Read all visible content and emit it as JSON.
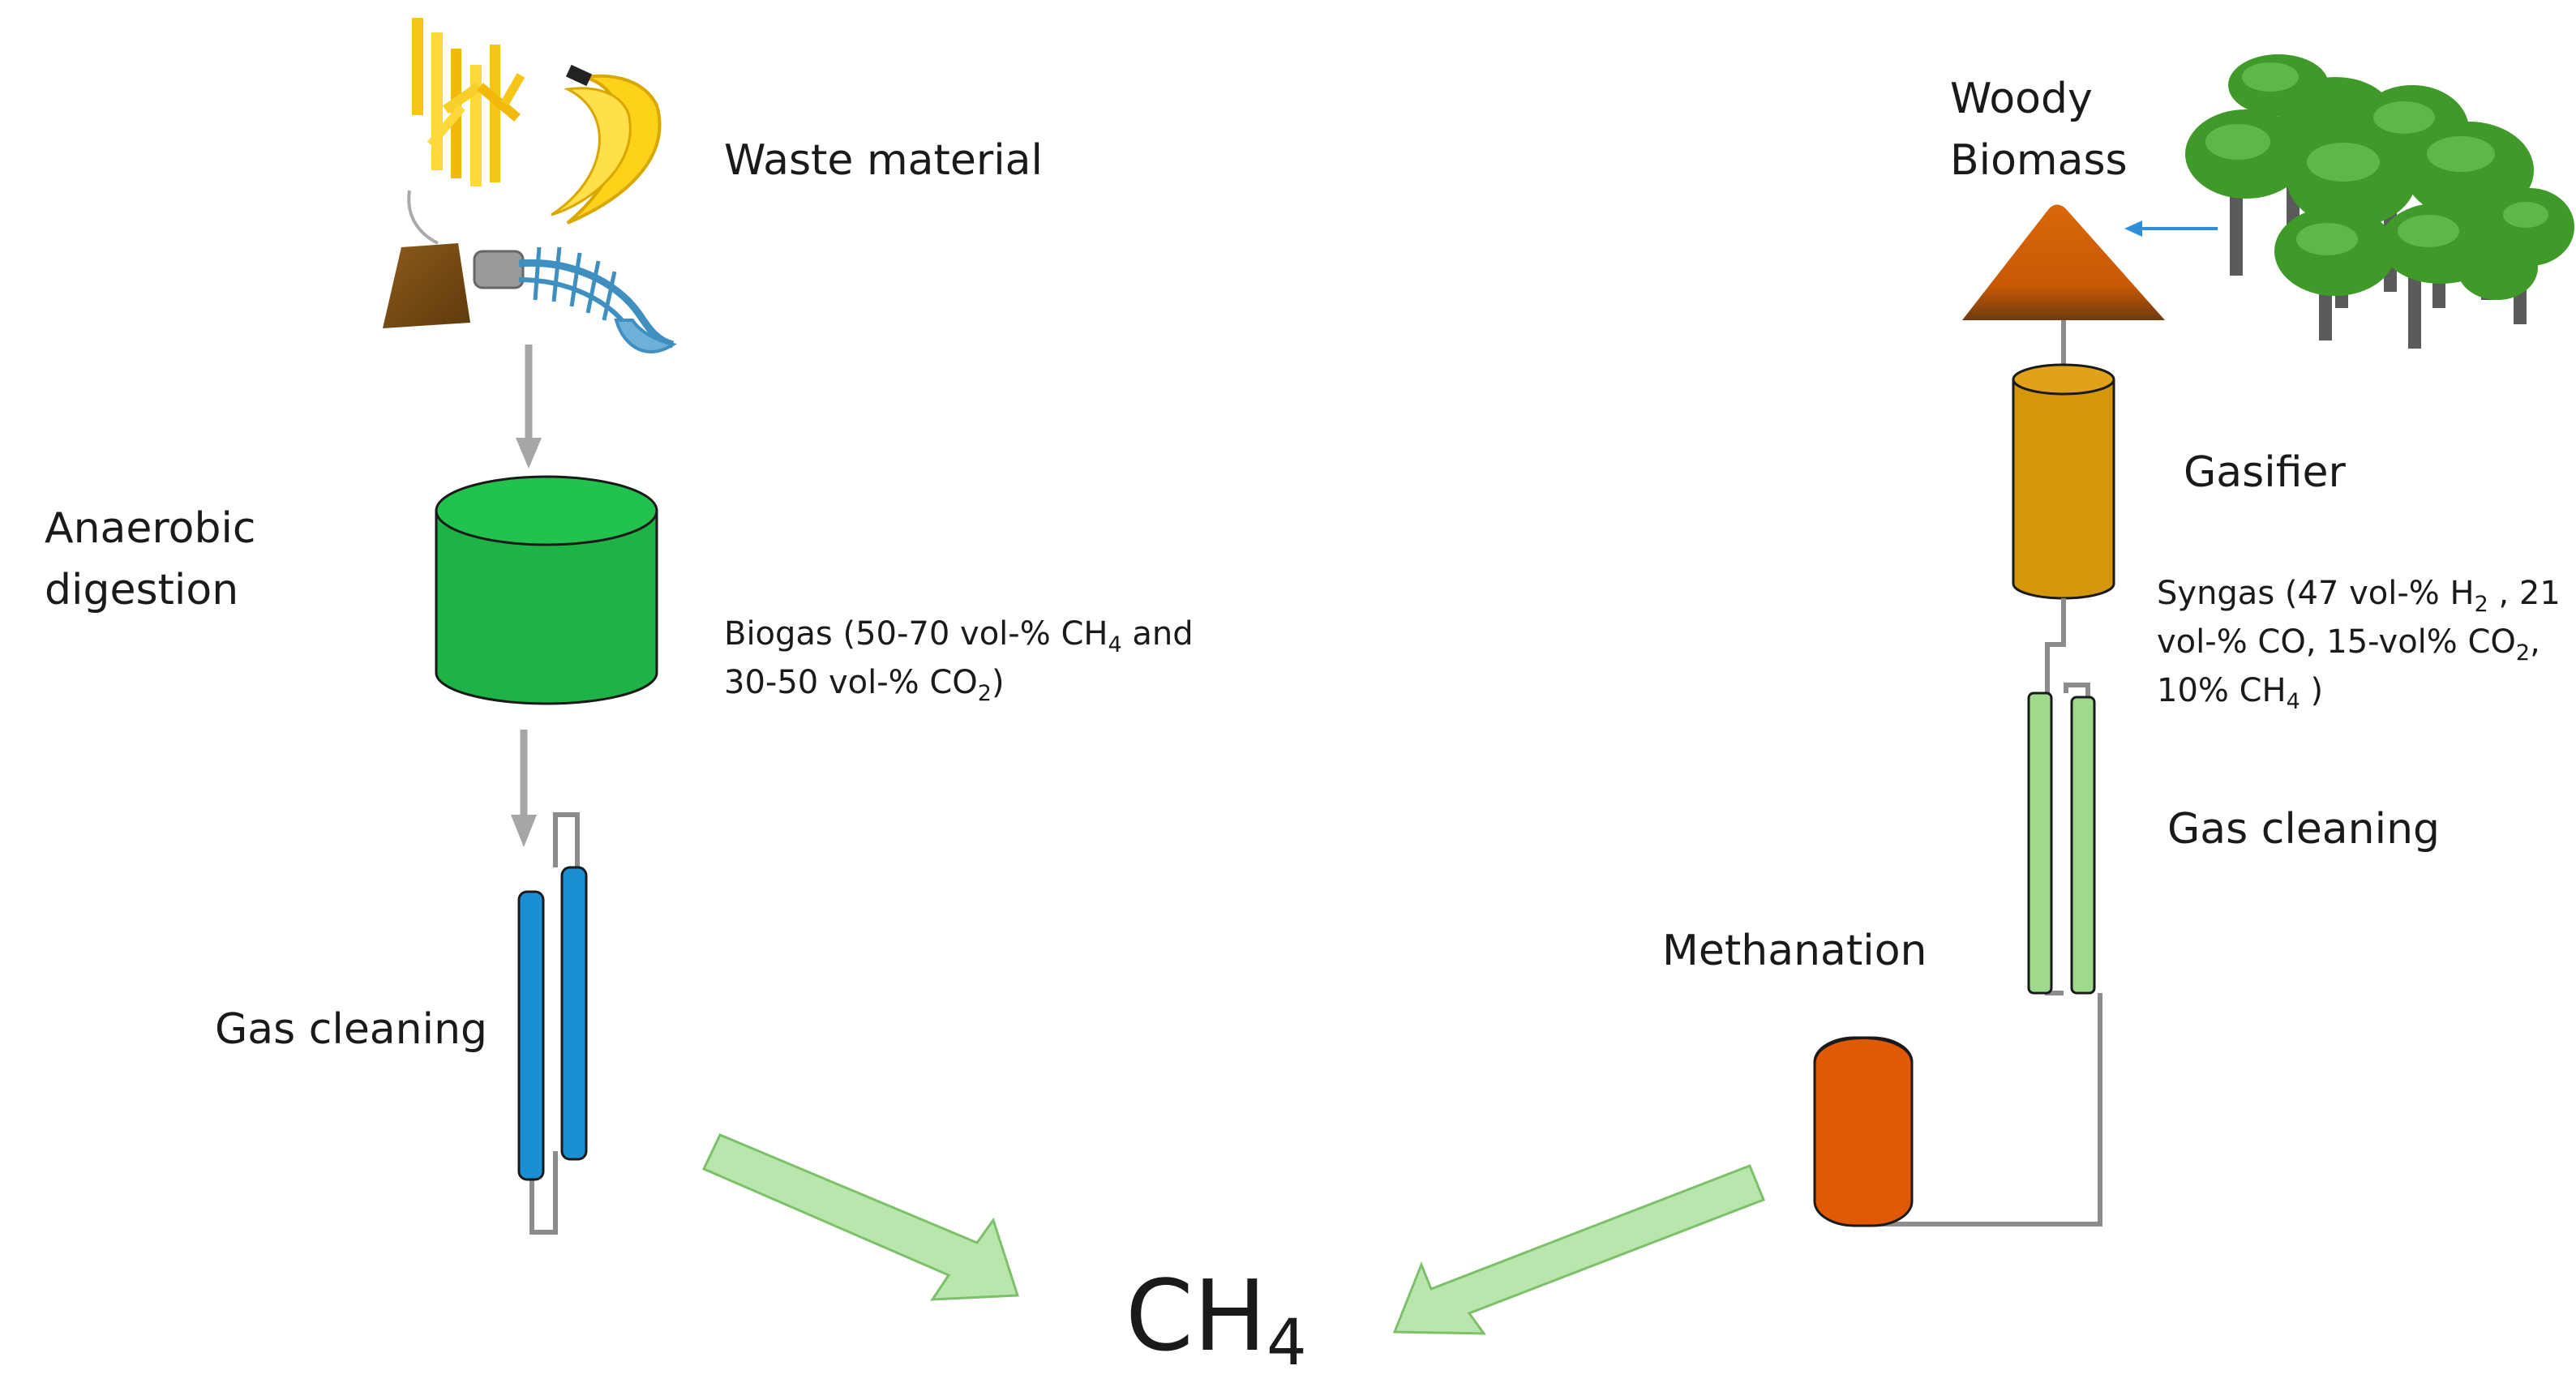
{
  "labels": {
    "waste_material": "Waste material",
    "anaerobic_digestion_line1": "Anaerobic",
    "anaerobic_digestion_line2": "digestion",
    "biogas_line1_a": "Biogas (50-70 vol-% CH",
    "biogas_line1_sub": "4",
    "biogas_line1_b": " and",
    "biogas_line2_a": "30-50 vol-% CO",
    "biogas_line2_sub": "2",
    "biogas_line2_b": ")",
    "gas_cleaning_left": "Gas cleaning",
    "woody_line1": "Woody",
    "woody_line2": "Biomass",
    "gasifier": "Gasifier",
    "syngas_line1_a": "Syngas (47 vol-% H",
    "syngas_line1_sub": "2",
    "syngas_line1_b": " , 21",
    "syngas_line2_a": "vol-% CO, 15-vol% CO",
    "syngas_line2_sub": "2",
    "syngas_line2_b": ",",
    "syngas_line3_a": "10% CH",
    "syngas_line3_sub": "4",
    "syngas_line3_b": " )",
    "gas_cleaning_right": "Gas cleaning",
    "methanation": "Methanation",
    "product_a": "CH",
    "product_sub": "4"
  },
  "colors": {
    "digester_green": "#1db346",
    "cleaning_blue": "#1b8fd6",
    "cleaning_green": "#9ed98c",
    "gasifier_gold": "#d4960a",
    "methanation_orange": "#e05a06",
    "pile_orange": "#cc5a06",
    "tree_green": "#3f9a2a",
    "tree_trunk": "#5a5a5a",
    "arrow_light_green": "#b8e6ac",
    "pipe_gray": "#8c8c8c",
    "fries_yellow": "#f5c518",
    "banana_yellow": "#ffd21a",
    "bone_blue": "#3f8fc0",
    "bag_brown": "#7a4a0f",
    "small_arrow_blue": "#2e8fd8"
  }
}
